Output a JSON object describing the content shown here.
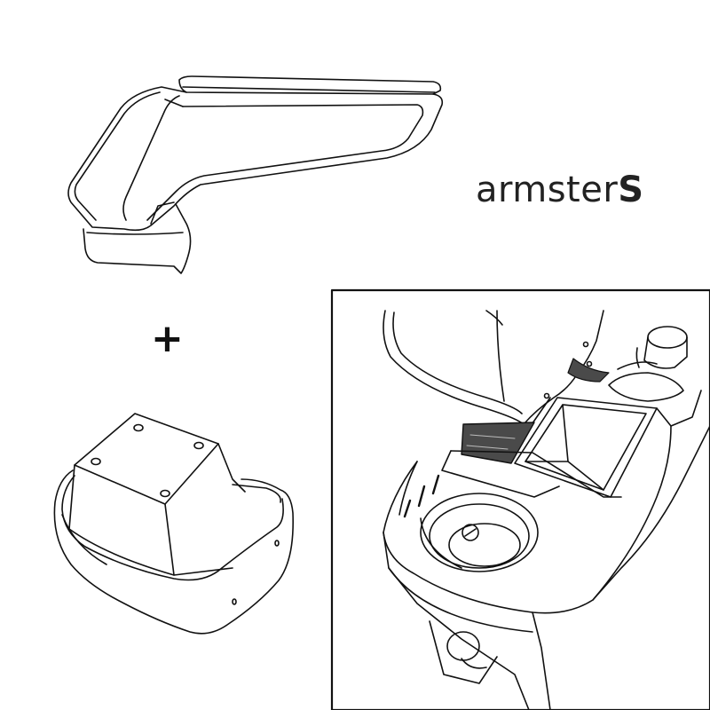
{
  "brand": {
    "regular": "armster",
    "bold": "S"
  },
  "plus_sign": "+",
  "colors": {
    "line": "#111111",
    "text": "#222222",
    "shade": "#4a4a4a",
    "background": "#ffffff"
  },
  "components": [
    "armrest-drawing",
    "mounting-base-drawing",
    "installed-console-drawing"
  ]
}
